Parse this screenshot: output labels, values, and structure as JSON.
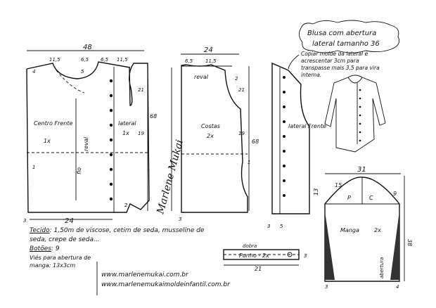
{
  "title": {
    "line1": "Blusa com abertura",
    "line2": "lateral tamanho 36"
  },
  "front": {
    "label": "Centro Frente",
    "qty": "1x",
    "grain": "fio",
    "grain2": "reval",
    "width_top": "48",
    "width_bottom": "24",
    "neck_left": "11,5",
    "neck_a": "6,5",
    "neck_b": "6,5",
    "neck_c": "11,5",
    "side_label": "lateral",
    "side_qty": "1x",
    "d_21": "21",
    "d_19": "19",
    "d_68": "68",
    "d_4": "4",
    "d_5": "5",
    "d_2": "2",
    "d_1": "1",
    "d_3": "3"
  },
  "back": {
    "label": "Costas",
    "qty": "2x",
    "width_top": "24",
    "neck_a": "6,5",
    "neck_b": "11,5",
    "fold": "reval",
    "d_21": "21",
    "d_19": "19",
    "d_68": "68",
    "d_2": "2",
    "d_1": "1",
    "d_3": "3"
  },
  "side_front": {
    "label": "lateral Frente",
    "d_3": "3",
    "d_5": "5"
  },
  "note": "Copiar molde da lateral e acrescentar 3cm para transpasse mais 3,5 para vira interna.",
  "sleeve": {
    "label": "Manga",
    "qty": "2x",
    "width": "31",
    "p": "P",
    "c": "C",
    "d_15": "15",
    "d_13": "13",
    "d_9": "9",
    "d_38": "38",
    "d_4": "4",
    "d_3": "3",
    "cuff_open": "abertura"
  },
  "cuff": {
    "fold": "dobra",
    "label": "Punho - 2x",
    "length": "21",
    "height": "3"
  },
  "materials": {
    "tecido_label": "Tecido",
    "tecido": "1,50m de viscose, cetim de seda, musseline de seda, crepe de seda...",
    "botoes_label": "Botões",
    "botoes": "9",
    "vies": "Viés para abertura de manga: 13x3cm"
  },
  "signature": "Marlene Mukai",
  "links": {
    "site1": "www.marlenemukai.com.br",
    "site2": "www.marlenemukaimoldeinfantil.com.br"
  }
}
